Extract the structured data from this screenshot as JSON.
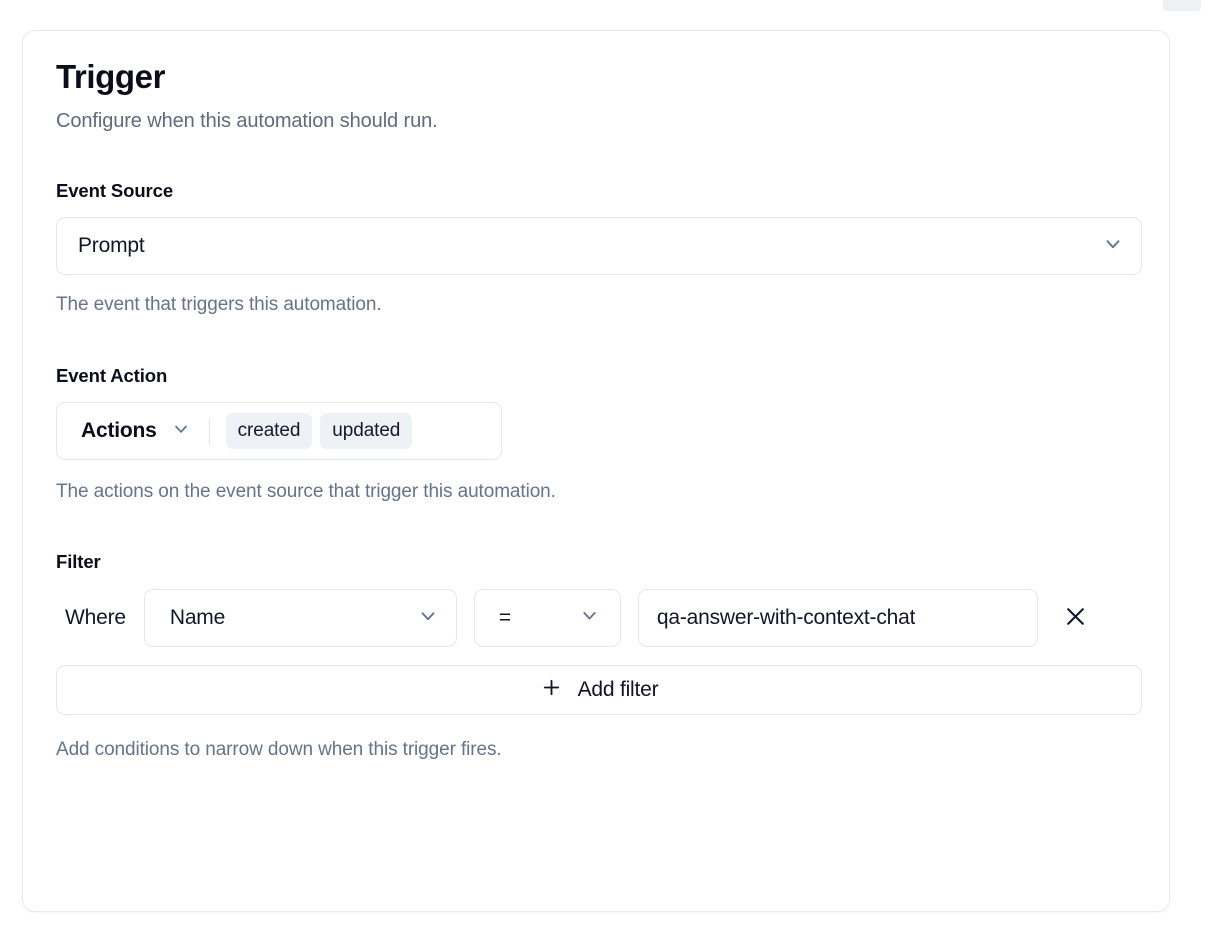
{
  "card": {
    "title": "Trigger",
    "subtitle": "Configure when this automation should run."
  },
  "event_source": {
    "label": "Event Source",
    "value": "Prompt",
    "helper": "The event that triggers this automation.",
    "chevron_icon": "chevron-down-icon"
  },
  "event_action": {
    "label": "Event Action",
    "trigger_label": "Actions",
    "pills": [
      "created",
      "updated"
    ],
    "helper": "The actions on the event source that trigger this automation.",
    "chevron_icon": "chevron-down-icon"
  },
  "filter": {
    "label": "Filter",
    "where_label": "Where",
    "field_value": "Name",
    "operator_value": "=",
    "value_text": "qa-answer-with-context-chat",
    "remove_icon": "close-icon",
    "add_button_label": "Add filter",
    "add_button_icon": "plus-icon",
    "helper": "Add conditions to narrow down when this trigger fires."
  },
  "colors": {
    "text_primary": "#0b0e1a",
    "text_muted": "#67738a",
    "border": "#e4e7ec",
    "pill_bg": "#eef1f6",
    "chevron": "#64748b"
  }
}
